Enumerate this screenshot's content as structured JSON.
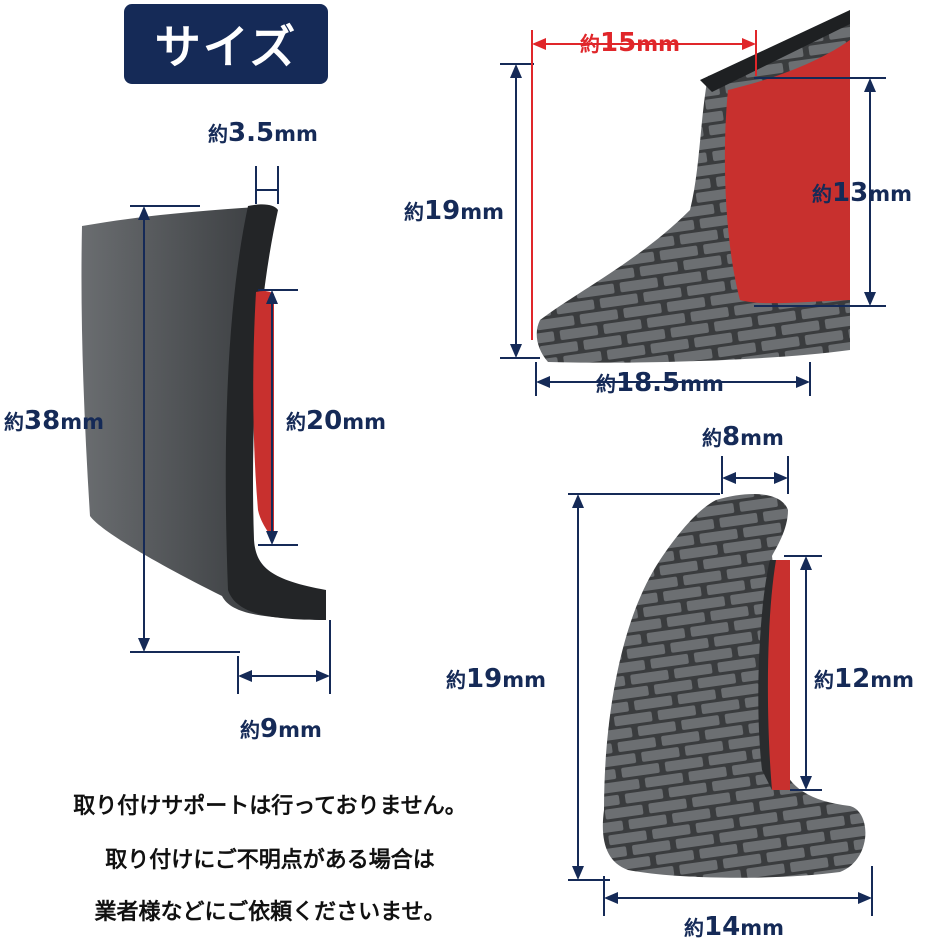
{
  "title": "サイズ",
  "colors": {
    "navy": "#152a57",
    "red": "#e0262a",
    "rubber": "#3c3f42",
    "tape": "#c8302e"
  },
  "dims": [
    {
      "prefix": "約",
      "value": "3.5",
      "unit": "mm"
    },
    {
      "prefix": "約",
      "value": "38",
      "unit": "mm"
    },
    {
      "prefix": "約",
      "value": "20",
      "unit": "mm"
    },
    {
      "prefix": "約",
      "value": "9",
      "unit": "mm"
    },
    {
      "prefix": "約",
      "value": "15",
      "unit": "mm"
    },
    {
      "prefix": "約",
      "value": "19",
      "unit": "mm"
    },
    {
      "prefix": "約",
      "value": "13",
      "unit": "mm"
    },
    {
      "prefix": "約",
      "value": "18.5",
      "unit": "mm"
    },
    {
      "prefix": "約",
      "value": "8",
      "unit": "mm"
    },
    {
      "prefix": "約",
      "value": "19",
      "unit": "mm"
    },
    {
      "prefix": "約",
      "value": "12",
      "unit": "mm"
    },
    {
      "prefix": "約",
      "value": "14",
      "unit": "mm"
    }
  ],
  "notes": [
    "取り付けサポートは行っておりません。",
    "取り付けにご不明点がある場合は",
    "業者様などにご依頼くださいませ。"
  ]
}
